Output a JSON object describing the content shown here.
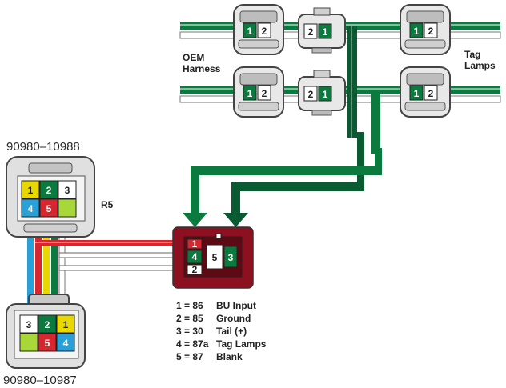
{
  "labels": {
    "oem_line1": "OEM",
    "oem_line2": "Harness",
    "tag_line1": "Tag",
    "tag_line2": "Lamps",
    "top_part": "90980–10988",
    "bottom_part": "90980–10987",
    "relay_ref": "R5"
  },
  "top_connector_pins": [
    "1",
    "2",
    "3",
    "4",
    "5"
  ],
  "bottom_connector_pins": [
    "3",
    "2",
    "1",
    "5",
    "4"
  ],
  "relay_pins": [
    "1",
    "4",
    "2",
    "5",
    "3"
  ],
  "harness_connector_pins": [
    "1",
    "2"
  ],
  "legend": [
    {
      "eq": "1 = 86",
      "desc": "BU Input"
    },
    {
      "eq": "2 = 85",
      "desc": "Ground"
    },
    {
      "eq": "3 = 30",
      "desc": "Tail (+)"
    },
    {
      "eq": "4 = 87a",
      "desc": "Tag Lamps"
    },
    {
      "eq": "5 = 87",
      "desc": "Blank"
    }
  ],
  "colors": {
    "green": "#0b7a3e",
    "dark_green": "#0a5a32",
    "yellow": "#e8d800",
    "blue": "#2aa0d8",
    "red": "#d8262e",
    "lime": "#a8d838",
    "maroon": "#8c1020",
    "gray": "#6a6a6a"
  }
}
